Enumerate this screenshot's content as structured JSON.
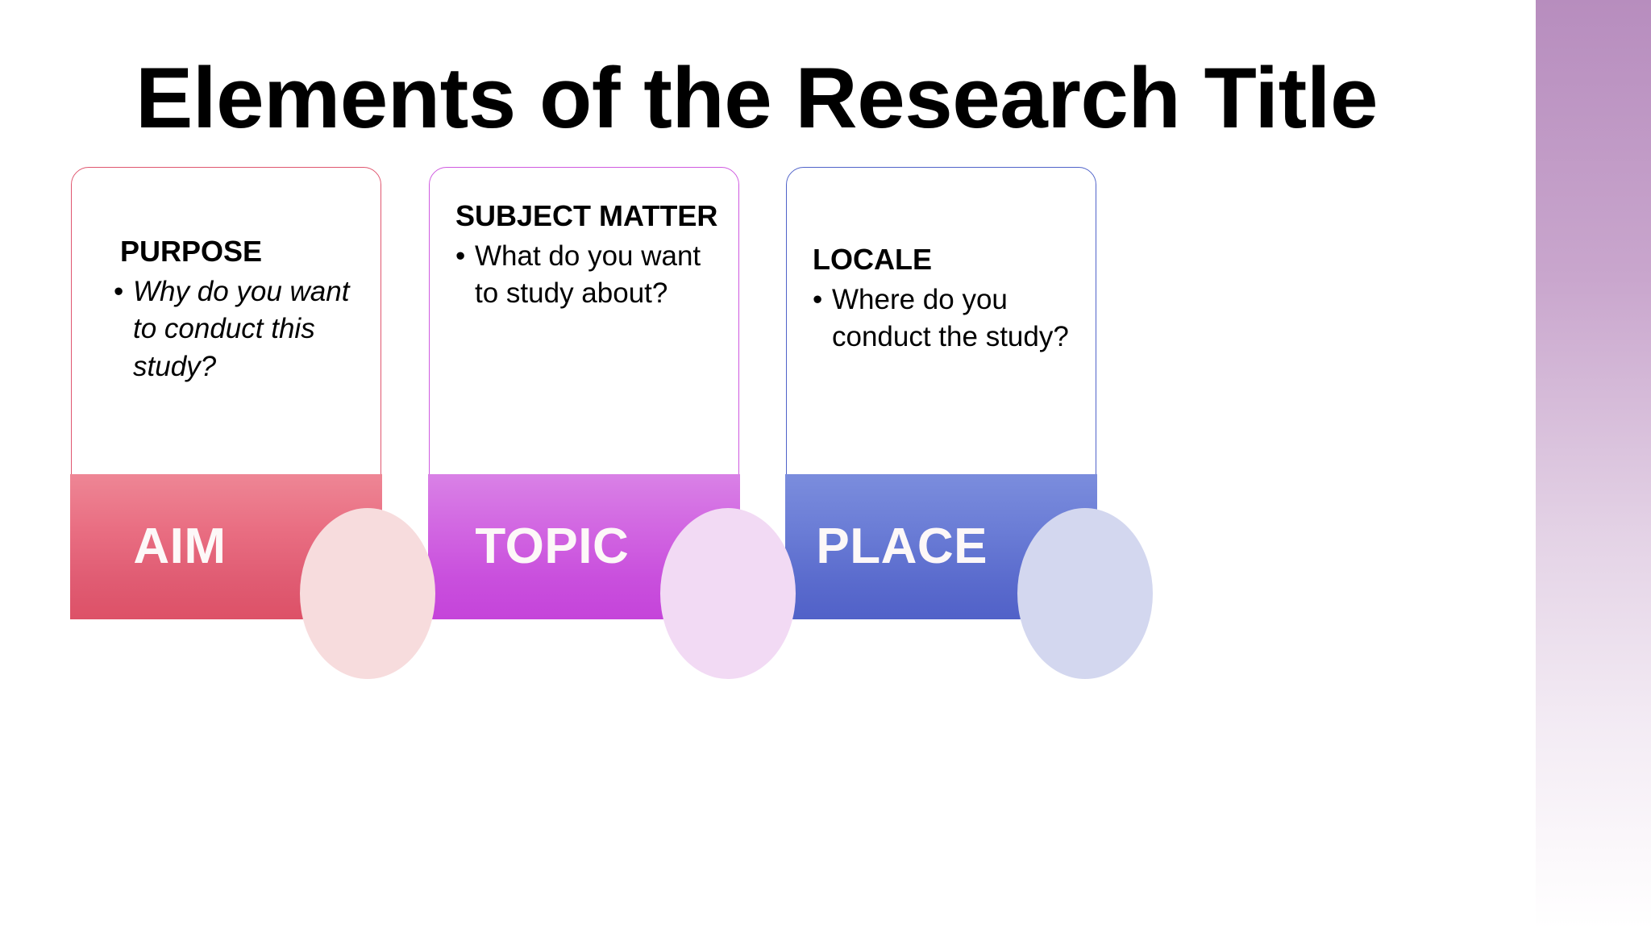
{
  "slide": {
    "title": "Elements of the Research Title",
    "background_color": "#ffffff"
  },
  "edge_strip": {
    "top_color": "#b78dbe",
    "bottom_color": "#ffffff"
  },
  "cards": [
    {
      "heading": "PURPOSE",
      "bullet_marker": "•",
      "bullet_text": "Why do you want to conduct this study?",
      "bullet_italic": true,
      "footer_label": "AIM",
      "border_color": "#e0566f",
      "footer_color_top": "#ee8695",
      "footer_color_bottom": "#dd5167",
      "ellipse_color": "#f7dcdd"
    },
    {
      "heading": "SUBJECT MATTER",
      "bullet_marker": "•",
      "bullet_text": "What do you want to study about?",
      "bullet_italic": false,
      "footer_label": "TOPIC",
      "border_color": "#cf5ae0",
      "footer_color_top": "#d981e6",
      "footer_color_bottom": "#c544da",
      "ellipse_color": "#f2daf4"
    },
    {
      "heading": "LOCALE",
      "bullet_marker": "•",
      "bullet_text": "Where do you conduct the study?",
      "bullet_italic": false,
      "footer_label": "PLACE",
      "border_color": "#5063c9",
      "footer_color_top": "#7b8ddd",
      "footer_color_bottom": "#5161c8",
      "ellipse_color": "#d3d7ef"
    }
  ]
}
